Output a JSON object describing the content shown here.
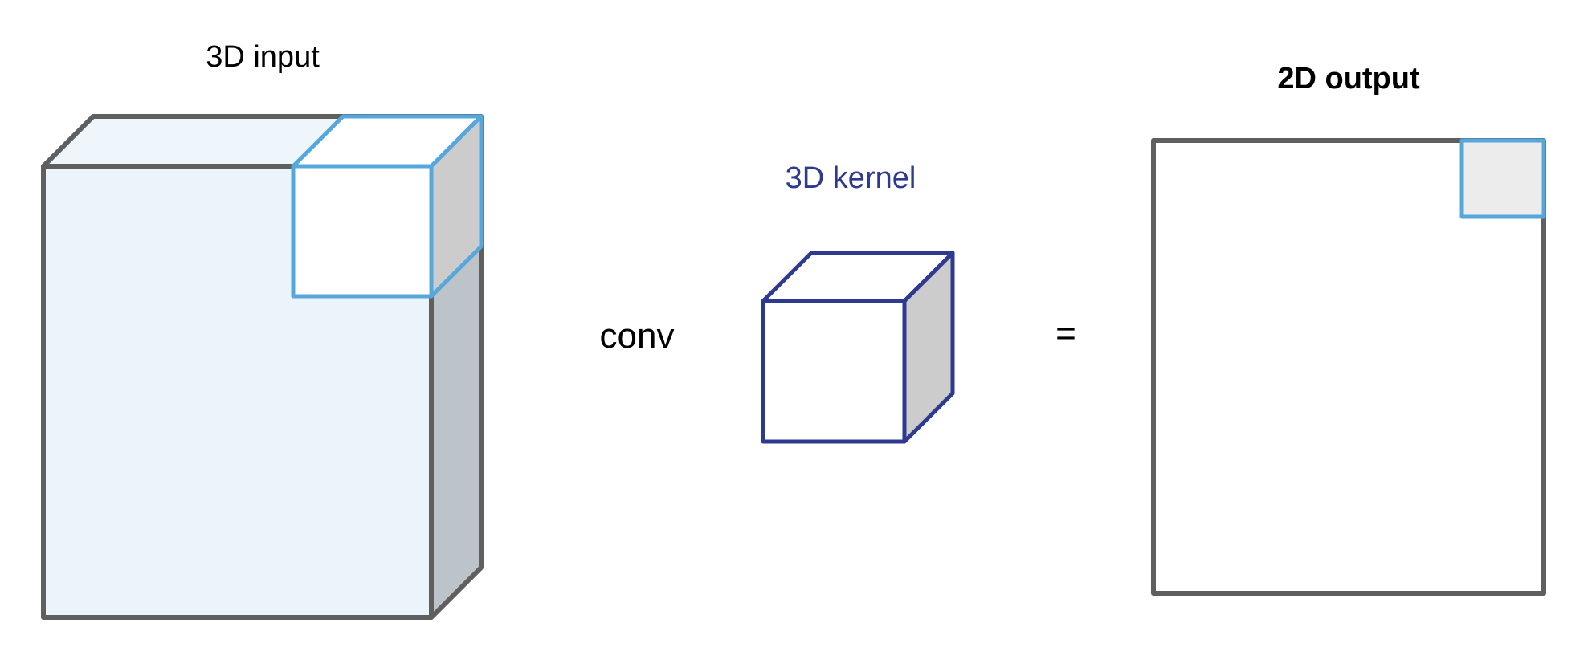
{
  "labels": {
    "input": "3D input",
    "kernel": "3D kernel",
    "output": "2D output",
    "operator": "conv",
    "equals": "="
  },
  "colors": {
    "background": "#ffffff",
    "outline": "#5f5f5f",
    "input_front_fill": "#eaf4fa",
    "input_top_fill": "#eef6fb",
    "input_side_fill": "#bcc4ca",
    "window_outline": "#55a7dc",
    "window_fill": "#ffffff",
    "window_side_fill": "#cccccc",
    "kernel_outline": "#2e3990",
    "kernel_label": "#2e3990",
    "kernel_side_fill": "#cccccc",
    "output_fill": "#ffffff",
    "output_cell_fill": "#ececec",
    "text": "#000000"
  }
}
